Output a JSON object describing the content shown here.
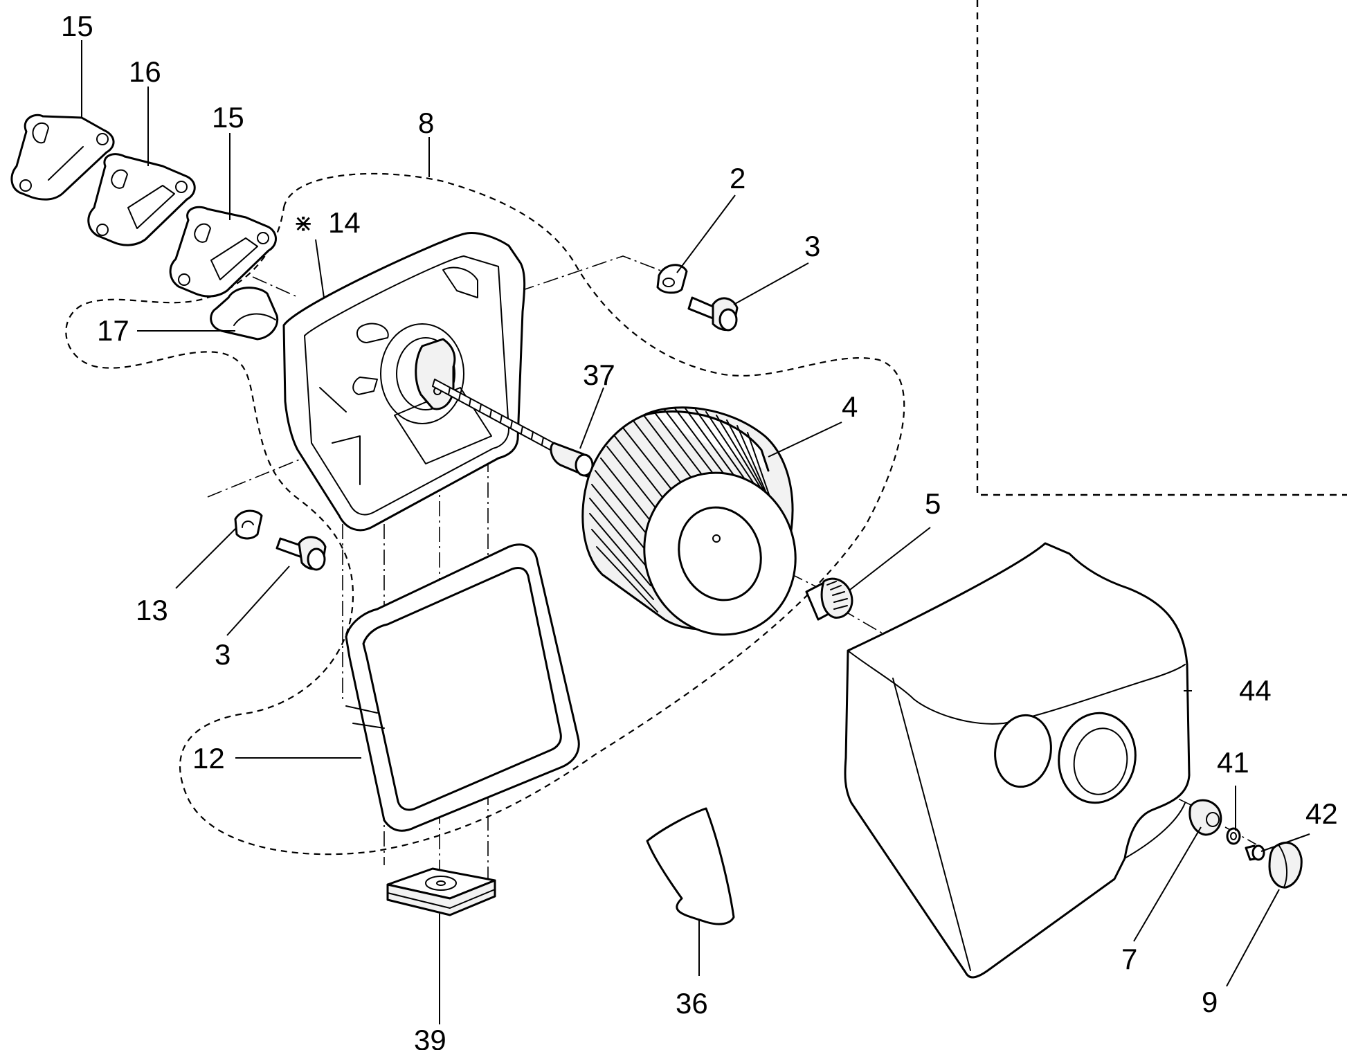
{
  "callouts": {
    "c2": "2",
    "c3_top": "3",
    "c3_bottom": "3",
    "c4": "4",
    "c5": "5",
    "c7": "7",
    "c8": "8",
    "c9": "9",
    "c12": "12",
    "c13": "13",
    "c14": "14",
    "c14_symbol": "⋇",
    "c15_left": "15",
    "c15_right": "15",
    "c16": "16",
    "c17": "17",
    "c36": "36",
    "c37": "37",
    "c39": "39",
    "c41": "41",
    "c42": "42",
    "c44": "44"
  },
  "colors": {
    "line": "#000000",
    "paper": "#ffffff"
  },
  "icons": [
    "gasket-icon",
    "air-filter-icon",
    "filter-housing-icon",
    "cover-icon",
    "screw-icon",
    "washer-icon",
    "nut-icon",
    "seal-frame-icon",
    "grommet-icon"
  ]
}
